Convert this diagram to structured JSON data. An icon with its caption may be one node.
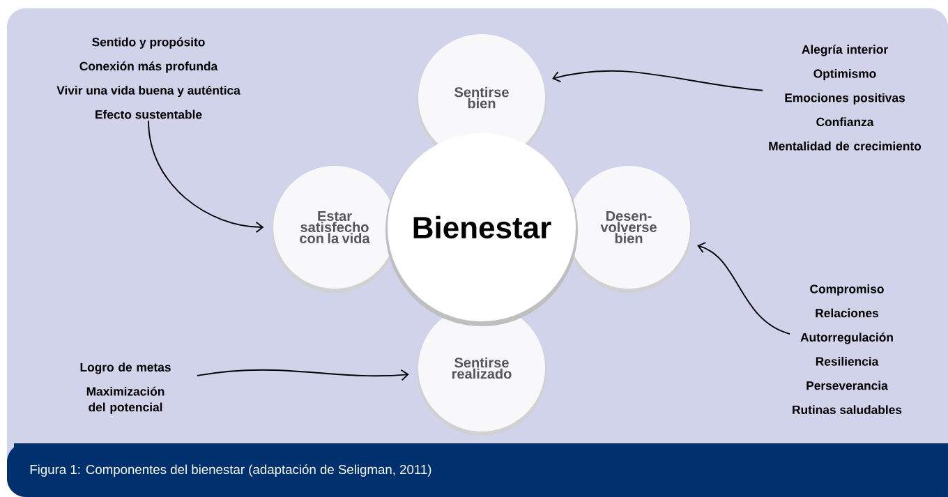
{
  "diagram": {
    "caption": "Figura 1: Componentes del bienestar (adaptación de Seligman, 2011)",
    "nodes": [
      {
        "text": [
          "Bienestar"
        ]
      },
      {
        "text": [
          "Sentirse bien"
        ]
      },
      {
        "text": [
          "Estar satisfecho con la vida"
        ]
      },
      {
        "text": [
          "Desen- volverse bien"
        ]
      },
      {
        "text": [
          "Sentirse realizado"
        ]
      },
      {
        "text": [
          "Sentido y propósito",
          "Conexión más profunda",
          "Vivir una vida buena y auténtica",
          "Efecto sustentable"
        ]
      },
      {
        "text": [
          "Alegría interior",
          "Optimismo",
          "Emociones positivas",
          "Confianza",
          "Mentalidad de crecimiento"
        ]
      },
      {
        "text": [
          "Compromiso",
          "Relaciones",
          "Autorregulación",
          "Resiliencia",
          "Perseverancia",
          "Rutinas saludables"
        ]
      },
      {
        "text": [
          "Logro de metas",
          "Maximización del potencial"
        ]
      }
    ],
    "edges": [
      {
        "from": 5,
        "to": 2,
        "arrow": "to"
      },
      {
        "from": 6,
        "to": 1,
        "arrow": "to"
      },
      {
        "from": 7,
        "to": 3,
        "arrow": "to"
      },
      {
        "from": 8,
        "to": 4,
        "arrow": "to"
      }
    ]
  }
}
